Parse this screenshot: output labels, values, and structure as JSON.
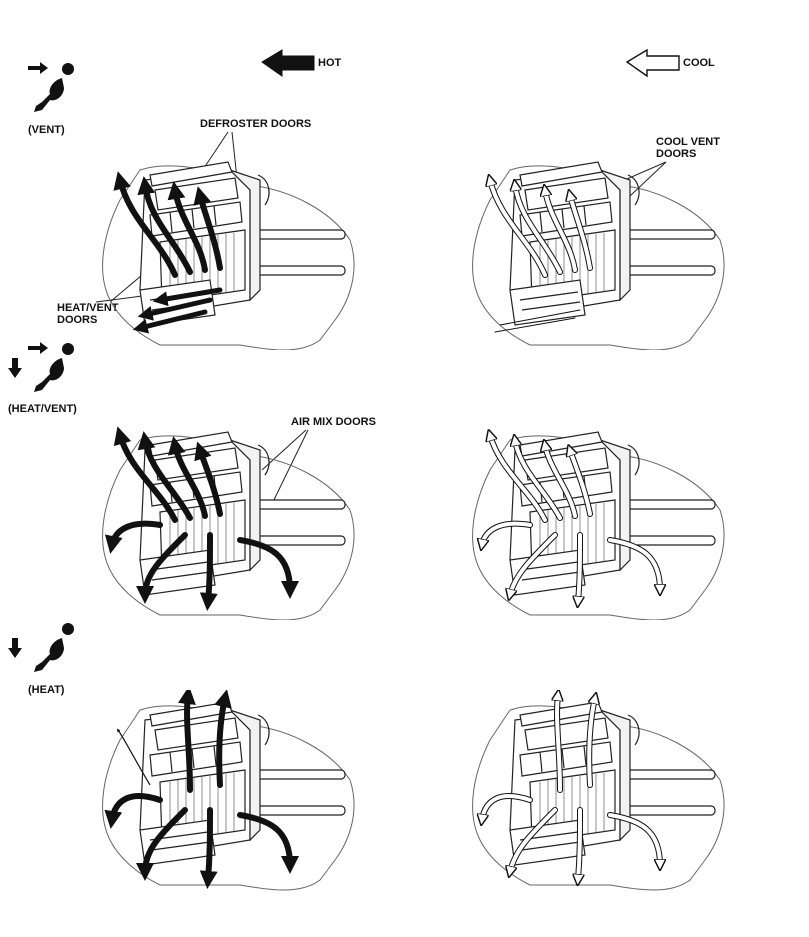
{
  "legend": {
    "hot_label": "HOT",
    "cool_label": "COOL"
  },
  "modes": [
    {
      "label": "(VENT)",
      "icon": "vent-icon"
    },
    {
      "label": "(HEAT/VENT)",
      "icon": "heat-vent-icon"
    },
    {
      "label": "(HEAT)",
      "icon": "heat-icon"
    }
  ],
  "callouts": {
    "defroster_doors": "DEFROSTER DOORS",
    "cool_vent_doors": "COOL VENT\nDOORS",
    "heat_vent_doors": "HEAT/VENT\nDOORS",
    "air_mix_doors": "AIR MIX DOORS"
  },
  "colors": {
    "hot_flow": "#111111",
    "cool_flow": "#ffffff",
    "line": "#222222"
  }
}
